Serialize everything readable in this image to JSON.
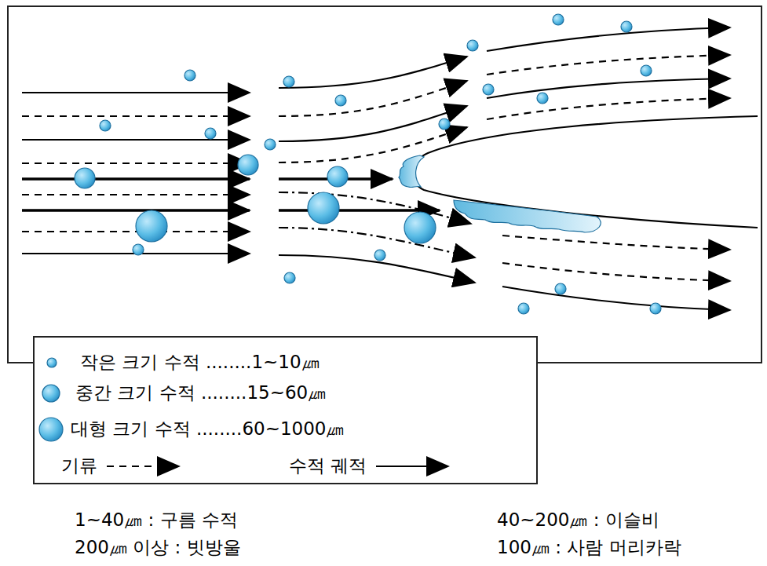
{
  "diagram": {
    "labels": [
      "1~40㎛ : 구름 수적",
      "40~200㎛ : 이슬비",
      "200㎛ 이상 : 빗방울",
      "100㎛ : 사람 머리카락"
    ],
    "legend": [
      {
        "text": "작은 크기 수적 ........1~10㎛"
      },
      {
        "text": "중간 크기 수적 ........15~60㎛"
      },
      {
        "text": "대형 크기 수적 ........60~1000㎛"
      },
      {
        "text": "기류"
      },
      {
        "text": "수적 궤적"
      }
    ]
  }
}
